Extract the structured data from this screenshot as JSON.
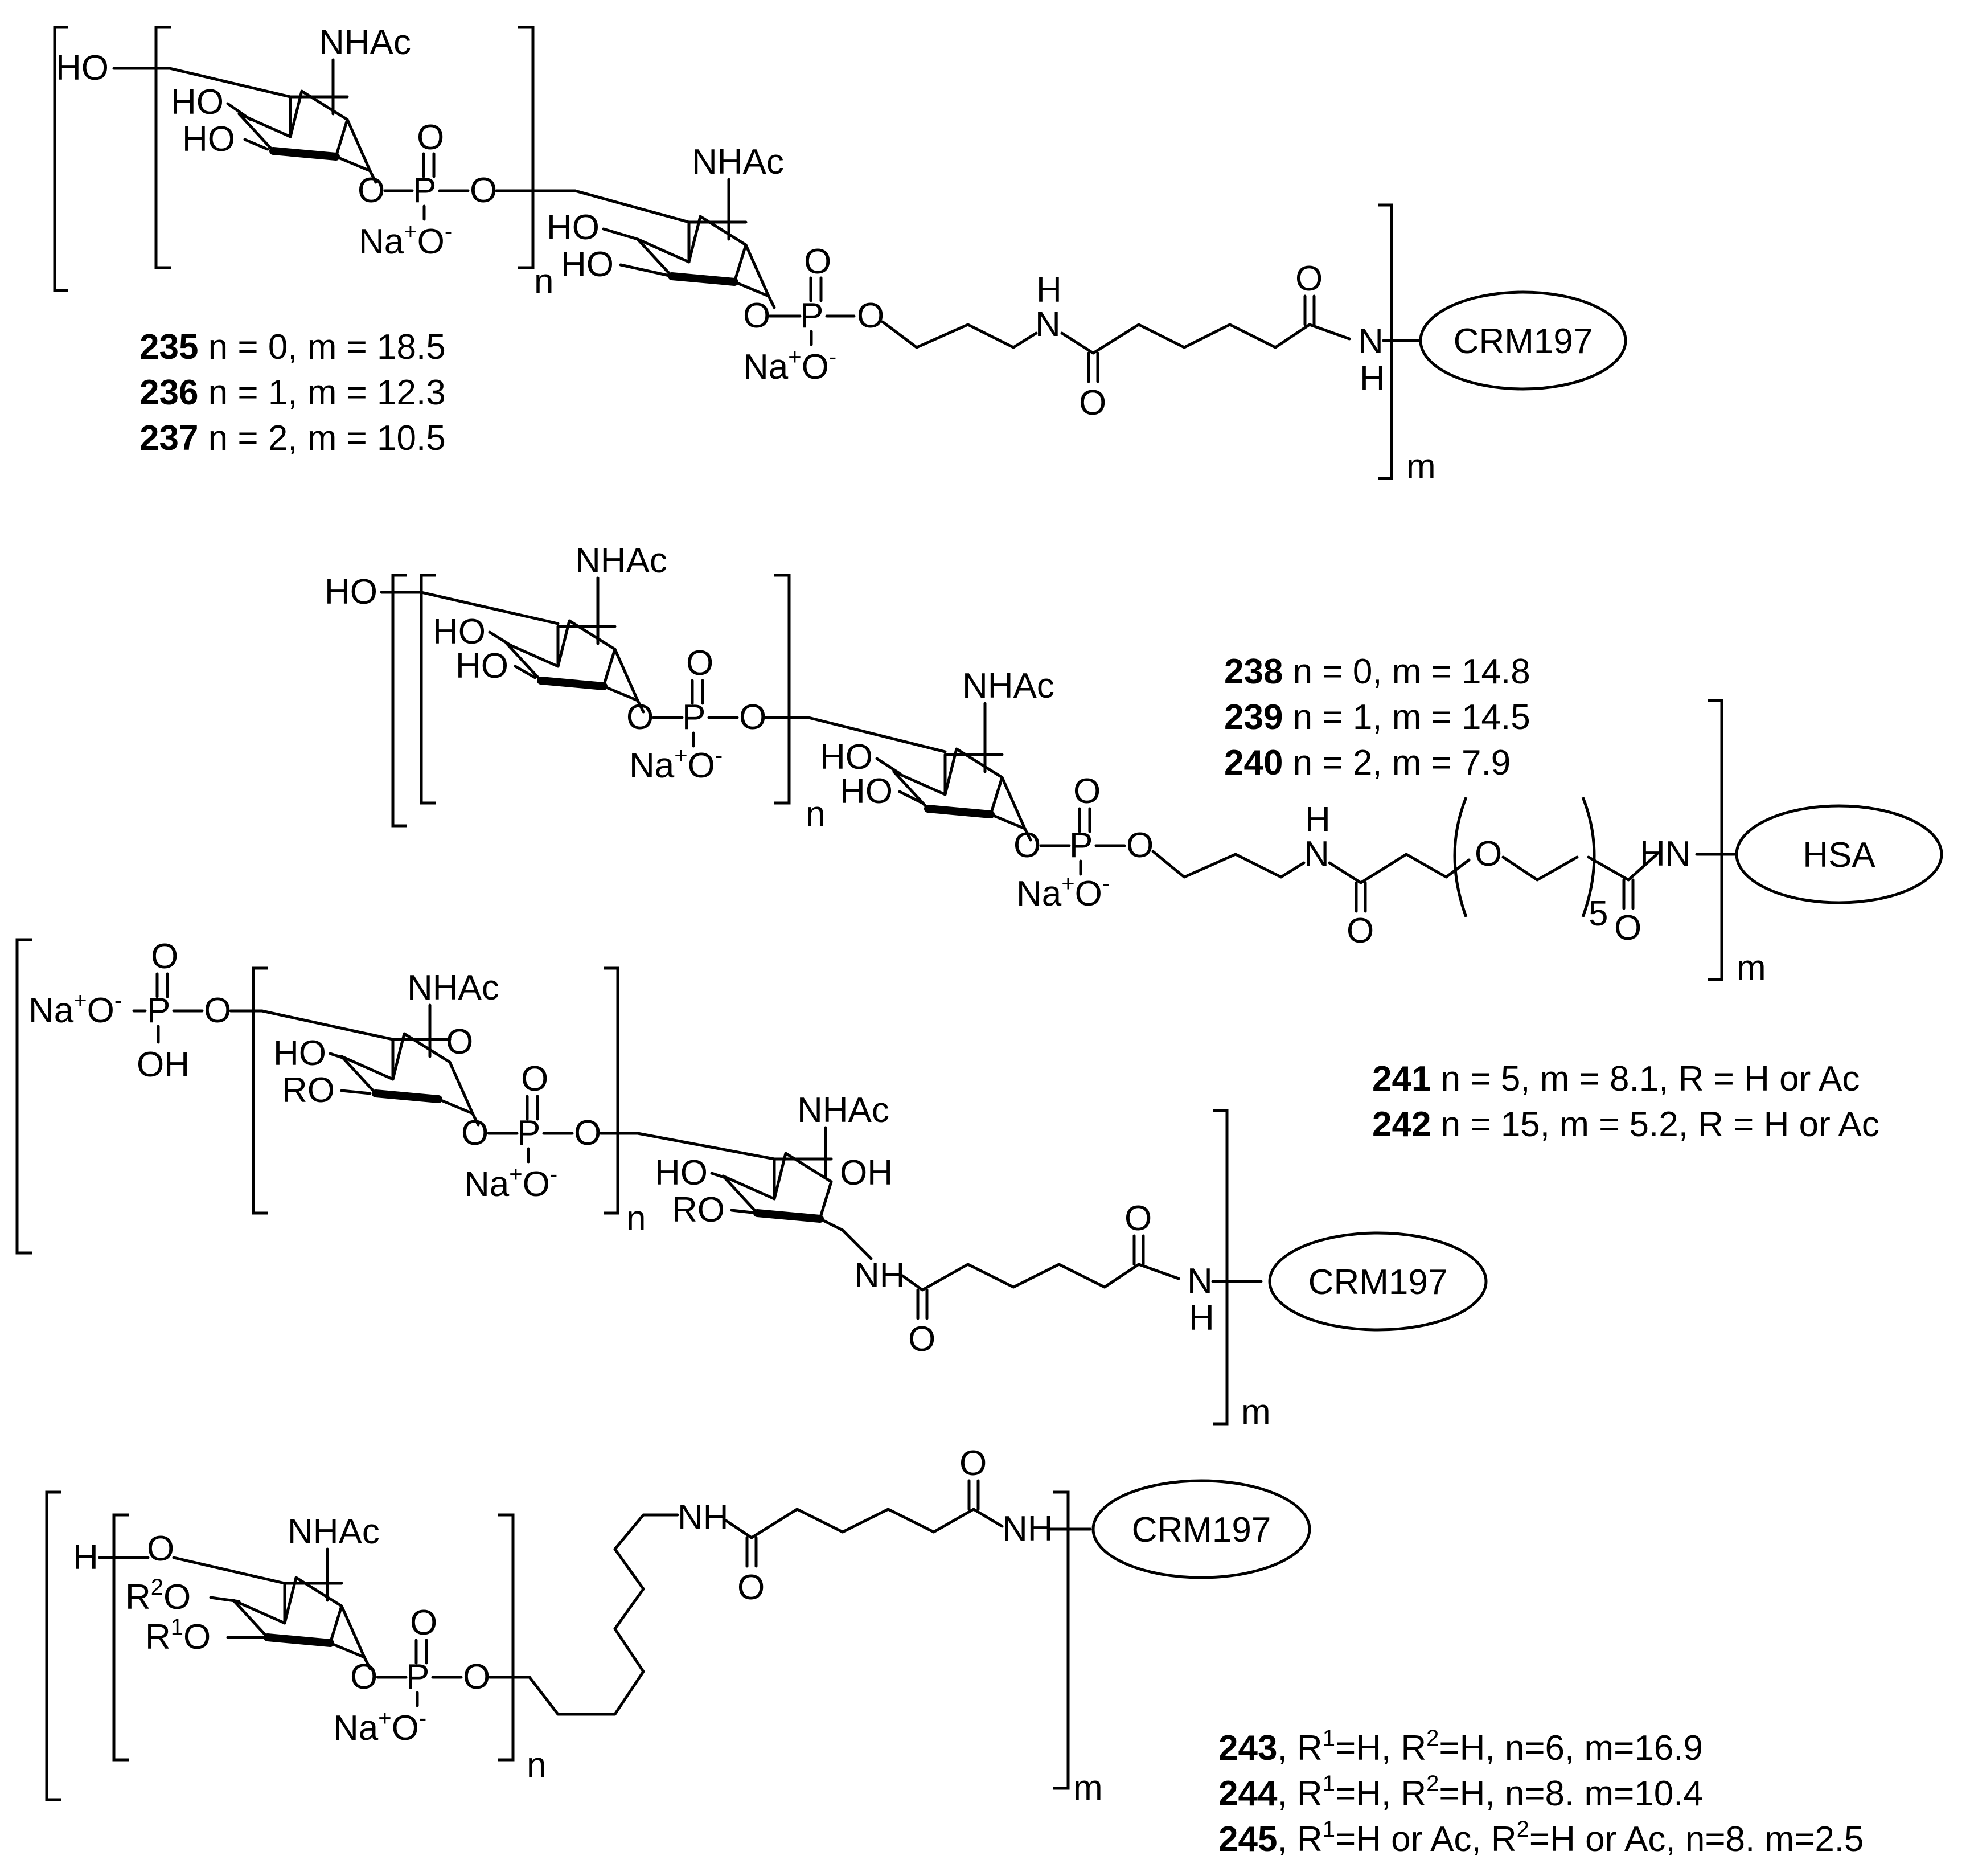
{
  "atoms": {
    "NHAc": "NHAc",
    "HO": "HO",
    "RO": "RO",
    "OH": "OH",
    "O": "O",
    "P": "P",
    "Na": "Na",
    "plus": "+",
    "minus": "-",
    "H": "H",
    "N": "N",
    "NH": "NH",
    "HN": "HN",
    "R": "R",
    "sup1": "1",
    "sup2": "2",
    "n": "n",
    "m": "m",
    "five": "5"
  },
  "carriers": {
    "crm": "CRM197",
    "hsa": "HSA"
  },
  "scheme1": {
    "entries": [
      {
        "num": "235",
        "text": " n = 0, m = 18.5"
      },
      {
        "num": "236",
        "text": " n = 1, m = 12.3"
      },
      {
        "num": "237",
        "text": " n = 2, m = 10.5"
      }
    ]
  },
  "scheme2": {
    "entries": [
      {
        "num": "238",
        "text": " n = 0, m = 14.8"
      },
      {
        "num": "239",
        "text": " n = 1, m = 14.5"
      },
      {
        "num": "240",
        "text": " n = 2, m = 7.9"
      }
    ]
  },
  "scheme3": {
    "entries": [
      {
        "num": "241",
        "text": " n = 5, m = 8.1, R = H or Ac"
      },
      {
        "num": "242",
        "text": " n = 15, m = 5.2, R = H or Ac"
      }
    ]
  },
  "scheme4": {
    "entries": [
      {
        "num": "243",
        "t1": ", R",
        "t2": "=H, R",
        "t3": "=H, n=6, m=16.9"
      },
      {
        "num": "244",
        "t1": ", R",
        "t2": "=H, R",
        "t3": "=H, n=8. m=10.4"
      },
      {
        "num": "245",
        "t1": ", R",
        "t2": "=H or Ac, R",
        "t3": "=H or Ac, n=8. m=2.5"
      }
    ]
  }
}
